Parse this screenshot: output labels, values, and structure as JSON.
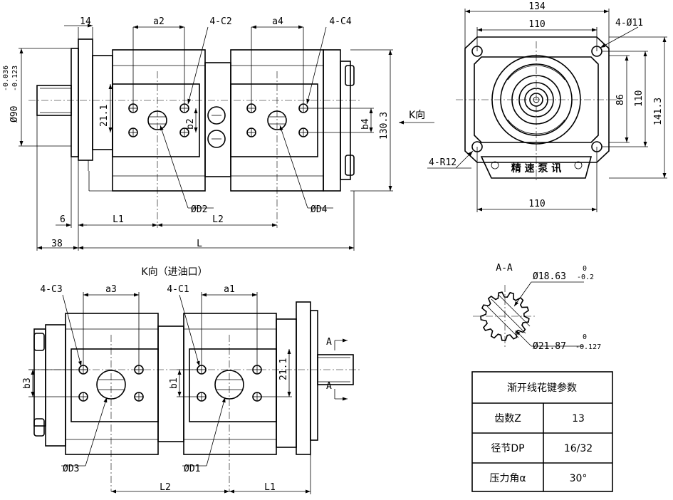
{
  "top_view": {
    "dims": {
      "flange_thk": "14",
      "a2": "a2",
      "c2": "4-C2",
      "a4": "a4",
      "c4": "4-C4",
      "dia90": "Ø90",
      "tol_up": "-0.036",
      "tol_lo": "-0.123",
      "h21": "21.1",
      "b2": "b2",
      "b4": "b4",
      "h130": "130.3",
      "d2": "ØD2",
      "d4": "ØD4",
      "d6": "6",
      "l1": "L1",
      "l2": "L2",
      "d38": "38",
      "l": "L"
    },
    "k_label": "K向"
  },
  "end_view": {
    "dims": {
      "w134": "134",
      "w110": "110",
      "holes": "4-Ø11",
      "h86": "86",
      "h110": "110",
      "h141": "141.3",
      "radius": "4-R12",
      "bottom110": "110"
    },
    "plate_text": "精 速 泵 讯"
  },
  "k_view": {
    "title": "K向（进油口）",
    "dims": {
      "c3": "4-C3",
      "a3": "a3",
      "c1": "4-C1",
      "a1": "a1",
      "b3": "b3",
      "b1": "b1",
      "h21": "21.1",
      "d3": "ØD3",
      "d1": "ØD1",
      "l2": "L2",
      "l1": "L1",
      "section": "A"
    }
  },
  "spline_section": {
    "title": "A-A",
    "d_root": "Ø18.63",
    "d_root_tol_up": "0",
    "d_root_tol_lo": "-0.2",
    "d_tip": "Ø21.87",
    "d_tip_tol_up": "0",
    "d_tip_tol_lo": "-0.127"
  },
  "spline_table": {
    "title": "渐开线花键参数",
    "rows": [
      {
        "label": "齿数Z",
        "value": "13"
      },
      {
        "label": "径节DP",
        "value": "16/32"
      },
      {
        "label": "压力角α",
        "value": "30°"
      }
    ]
  }
}
